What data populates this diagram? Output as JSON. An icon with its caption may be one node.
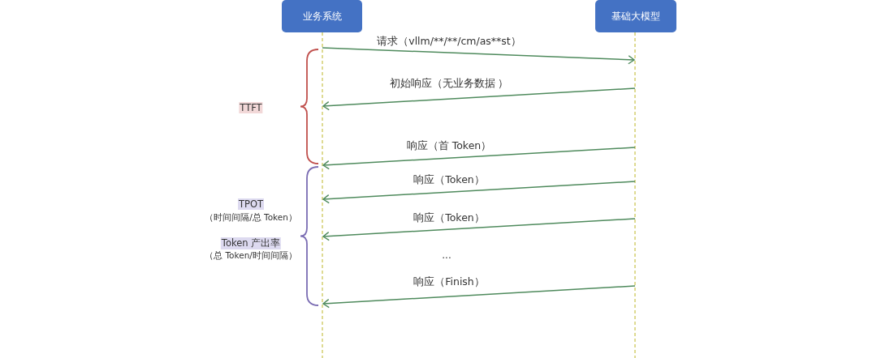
{
  "diagram": {
    "nodes": [
      {
        "text": [
          "业务系统"
        ]
      },
      {
        "text": [
          "基础大模型"
        ]
      }
    ],
    "edges": [
      {
        "from": 0,
        "to": 1,
        "arrow": "to",
        "label": "请求（vllm/**/**/cm/as**st）"
      },
      {
        "from": 1,
        "to": 0,
        "arrow": "to",
        "label": "初始响应（无业务数据 ）"
      },
      {
        "from": 1,
        "to": 0,
        "arrow": "to",
        "label": "响应（首 Token）"
      },
      {
        "from": 1,
        "to": 0,
        "arrow": "to",
        "label": "响应（Token）"
      },
      {
        "from": 1,
        "to": 0,
        "arrow": "to",
        "label": "响应（Token）"
      },
      {
        "from": 1,
        "to": 0,
        "arrow": "to",
        "label": "响应（Finish）"
      }
    ],
    "labels": [
      "TTFT",
      "TPOT",
      "（时间间隔/总 Token）",
      "Token 产出率",
      "（总 Token/时间间隔）",
      "..."
    ]
  }
}
